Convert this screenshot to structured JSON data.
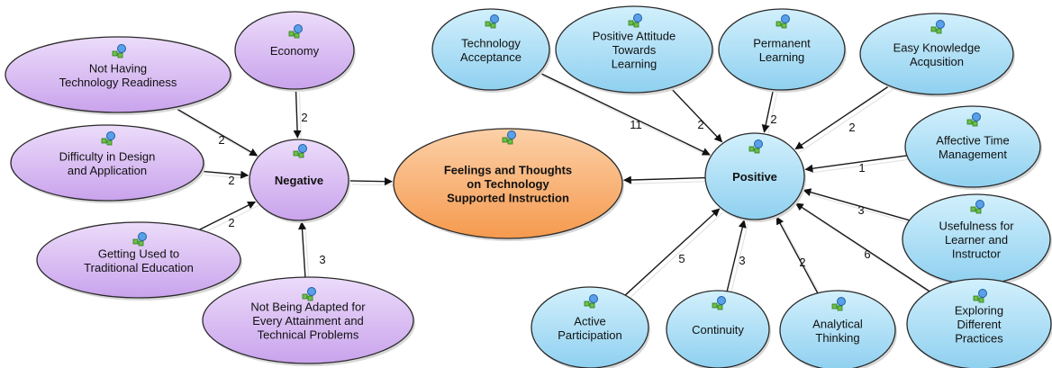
{
  "colors": {
    "negative_fill": "#d7b8f0",
    "positive_fill": "#a9dcf5",
    "center_fill": "#f7a45c",
    "stroke": "#2a2a2a"
  },
  "nodes": {
    "center": {
      "lines": [
        "Feelings and Thoughts",
        "on Technology",
        "Supported Instruction"
      ],
      "icon": "network-icon"
    },
    "negative": {
      "lines": [
        "Negative"
      ],
      "icon": "network-icon"
    },
    "positive": {
      "lines": [
        "Positive"
      ],
      "icon": "network-icon"
    },
    "not_having_readiness": {
      "lines": [
        "Not Having",
        "Technology Readiness"
      ],
      "icon": "network-icon"
    },
    "economy": {
      "lines": [
        "Economy"
      ],
      "icon": "network-icon"
    },
    "difficulty_design": {
      "lines": [
        "Difficulty in Design",
        "and Application"
      ],
      "icon": "network-icon"
    },
    "getting_used": {
      "lines": [
        "Getting Used to",
        "Traditional Education"
      ],
      "icon": "network-icon"
    },
    "not_adapted": {
      "lines": [
        "Not Being Adapted for",
        "Every Attainment and",
        "Technical Problems"
      ],
      "icon": "network-icon"
    },
    "tech_acceptance": {
      "lines": [
        "Technology",
        "Acceptance"
      ],
      "icon": "network-icon"
    },
    "positive_attitude": {
      "lines": [
        "Positive Attitude",
        "Towards",
        "Learning"
      ],
      "icon": "network-icon"
    },
    "permanent_learning": {
      "lines": [
        "Permanent",
        "Learning"
      ],
      "icon": "network-icon"
    },
    "easy_knowledge": {
      "lines": [
        "Easy Knowledge",
        "Acqusition"
      ],
      "icon": "network-icon"
    },
    "affective_time": {
      "lines": [
        "Affective Time",
        "Management"
      ],
      "icon": "network-icon"
    },
    "usefulness": {
      "lines": [
        "Usefulness for",
        "Learner and",
        "Instructor"
      ],
      "icon": "network-icon"
    },
    "exploring": {
      "lines": [
        "Exploring",
        "Different",
        "Practices"
      ],
      "icon": "network-icon"
    },
    "analytical": {
      "lines": [
        "Analytical",
        "Thinking"
      ],
      "icon": "network-icon"
    },
    "continuity": {
      "lines": [
        "Continuity"
      ],
      "icon": "network-icon"
    },
    "active_participation": {
      "lines": [
        "Active",
        "Participation"
      ],
      "icon": "network-icon"
    }
  },
  "edges": [
    {
      "from": "not_having_readiness",
      "to": "negative",
      "label": "2"
    },
    {
      "from": "economy",
      "to": "negative",
      "label": "2"
    },
    {
      "from": "difficulty_design",
      "to": "negative",
      "label": "2"
    },
    {
      "from": "getting_used",
      "to": "negative",
      "label": "2"
    },
    {
      "from": "not_adapted",
      "to": "negative",
      "label": "3"
    },
    {
      "from": "negative",
      "to": "center",
      "label": ""
    },
    {
      "from": "positive",
      "to": "center",
      "label": ""
    },
    {
      "from": "tech_acceptance",
      "to": "positive",
      "label": "11"
    },
    {
      "from": "positive_attitude",
      "to": "positive",
      "label": "2"
    },
    {
      "from": "permanent_learning",
      "to": "positive",
      "label": "2"
    },
    {
      "from": "easy_knowledge",
      "to": "positive",
      "label": "2"
    },
    {
      "from": "affective_time",
      "to": "positive",
      "label": "1"
    },
    {
      "from": "usefulness",
      "to": "positive",
      "label": "3"
    },
    {
      "from": "exploring",
      "to": "positive",
      "label": "6"
    },
    {
      "from": "analytical",
      "to": "positive",
      "label": "2"
    },
    {
      "from": "continuity",
      "to": "positive",
      "label": "3"
    },
    {
      "from": "active_participation",
      "to": "positive",
      "label": "5"
    }
  ]
}
